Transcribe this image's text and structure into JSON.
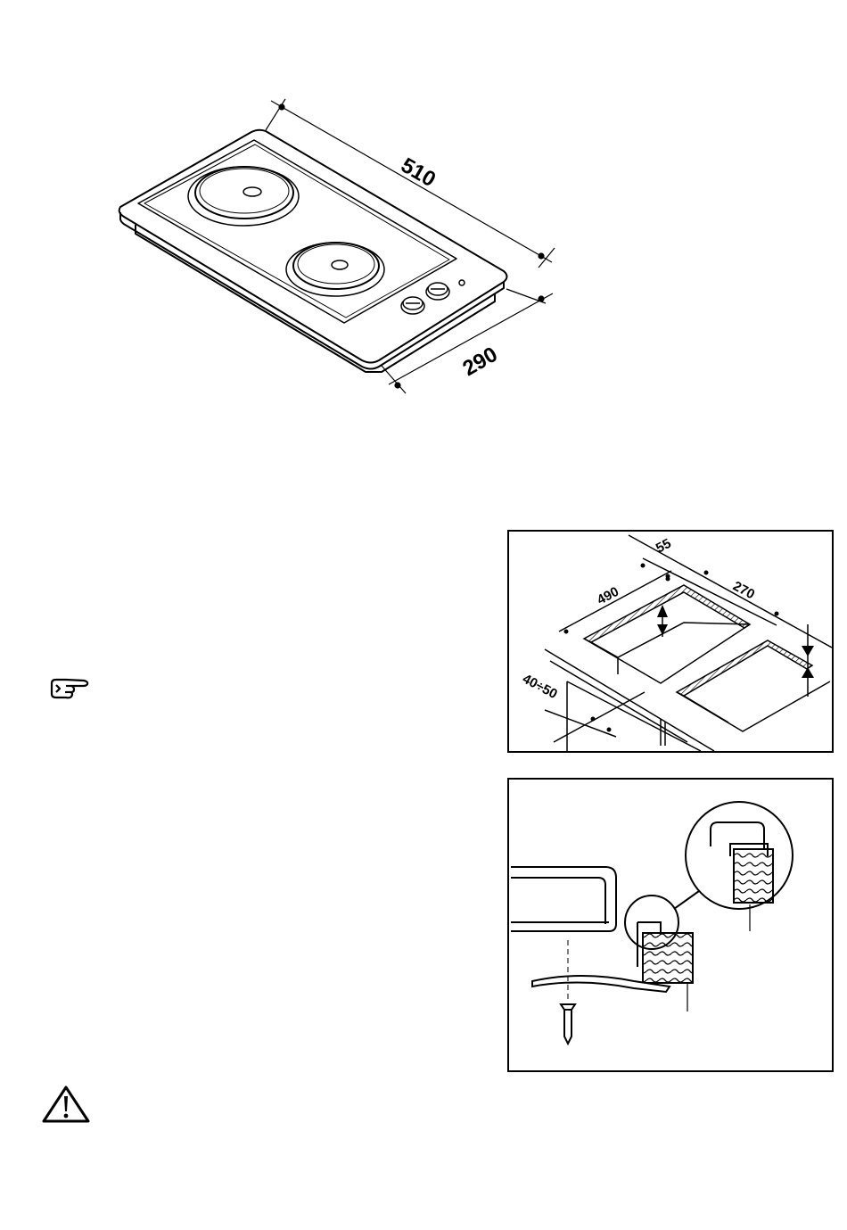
{
  "hob_diagram": {
    "dimensions": {
      "length": "510",
      "width": "290"
    }
  },
  "cutout_diagram": {
    "dimensions": {
      "cut_length": "490",
      "cut_width": "270",
      "rear_margin": "55",
      "front_margin": "40÷50"
    }
  },
  "icons": {
    "note": "pointing-hand-icon",
    "warning": "warning-triangle-icon"
  },
  "colors": {
    "line": "#000000",
    "background": "#ffffff"
  }
}
